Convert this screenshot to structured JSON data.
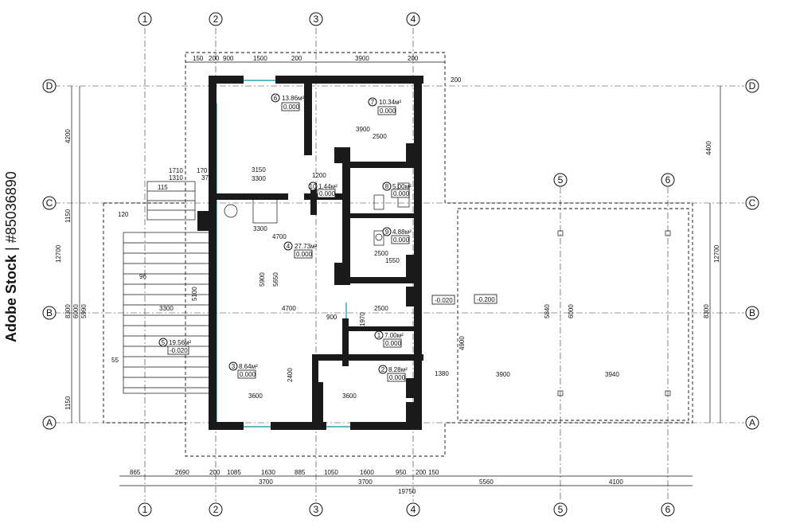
{
  "grid_axes_columns": [
    "1",
    "2",
    "3",
    "4",
    "5",
    "6"
  ],
  "grid_axes_rows": [
    "D",
    "C",
    "B",
    "A"
  ],
  "rooms": [
    {
      "num": "6",
      "area": "13.86м²",
      "level": "0.000"
    },
    {
      "num": "7",
      "area": "10.34м²",
      "level": "0.000"
    },
    {
      "num": "10",
      "area": "1.44м²",
      "level": "0.000"
    },
    {
      "num": "8",
      "area": "5.00м²",
      "level": "0.000"
    },
    {
      "num": "9",
      "area": "4.88м²",
      "level": "0.000"
    },
    {
      "num": "4",
      "area": "27.73м²",
      "level": "0.000"
    },
    {
      "num": "1",
      "area": "7.00м²",
      "level": "0.000"
    },
    {
      "num": "5",
      "area": "19.56м²",
      "level": "-0.020"
    },
    {
      "num": "3",
      "area": "8.64м²",
      "level": "0.000"
    },
    {
      "num": "2",
      "area": "8.28м²",
      "level": "0.000"
    }
  ],
  "level_marks": [
    "-0.020",
    "-0.200"
  ],
  "top_dims": [
    "150",
    "200",
    "900",
    "1500",
    "200",
    "3900",
    "200",
    "200"
  ],
  "bottom_dims_row1": [
    "865",
    "2690",
    "200",
    "1085",
    "1630",
    "885",
    "1050",
    "1600",
    "950",
    "200",
    "150"
  ],
  "bottom_dims_row2": [
    "3700",
    "3700",
    "5560",
    "4100"
  ],
  "bottom_total": "19750",
  "left_dims": [
    "4200",
    "1150",
    "12700",
    "8300",
    "6000",
    "5990",
    "1150"
  ],
  "right_dims": [
    "4400",
    "12700",
    "8300"
  ],
  "inner_dims": [
    "3150",
    "3300",
    "1710",
    "1310",
    "115",
    "170",
    "370",
    "1200",
    "2500",
    "3900",
    "3300",
    "4700",
    "5900",
    "5650",
    "5100",
    "2500",
    "4700",
    "900",
    "2500",
    "3600",
    "3600",
    "3300",
    "6000",
    "5840",
    "3900",
    "3940",
    "1380",
    "4900",
    "1550",
    "2400",
    "1970",
    "120",
    "55",
    "96"
  ],
  "watermark": {
    "brand": "Adobe Stock",
    "id": "#85036890"
  }
}
